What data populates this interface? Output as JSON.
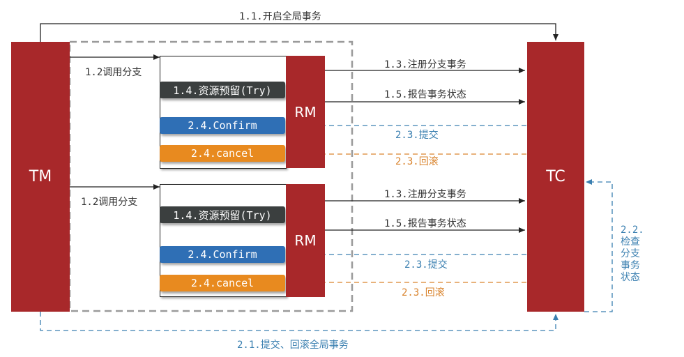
{
  "nodes": {
    "tm": "TM",
    "tc": "TC",
    "rm_top": "RM",
    "rm_bottom": "RM"
  },
  "top_group": {
    "try_bar": "1.4.资源预留(Try)",
    "confirm_bar": "2.4.Confirm",
    "cancel_bar": "2.4.cancel",
    "call_branch": "1.2调用分支",
    "register": "1.3.注册分支事务",
    "report": "1.5.报告事务状态",
    "commit": "2.3.提交",
    "rollback": "2.3.回滚"
  },
  "bottom_group": {
    "try_bar": "1.4.资源预留(Try)",
    "confirm_bar": "2.4.Confirm",
    "cancel_bar": "2.4.cancel",
    "call_branch": "1.2调用分支",
    "register": "1.3.注册分支事务",
    "report": "1.5.报告事务状态",
    "commit": "2.3.提交",
    "rollback": "2.3.回滚"
  },
  "global": {
    "begin_global": "1.1.开启全局事务",
    "commit_rollback_global": "2.1.提交、回滚全局事务",
    "check_branch_lines": [
      "2.2.",
      "检查",
      "分支",
      "事务",
      "状态"
    ]
  },
  "colors": {
    "dark_red": "#a8282a",
    "blue": "#3a7fb0",
    "orange": "#d9832c",
    "dark_gray": "#3b3f3f"
  }
}
